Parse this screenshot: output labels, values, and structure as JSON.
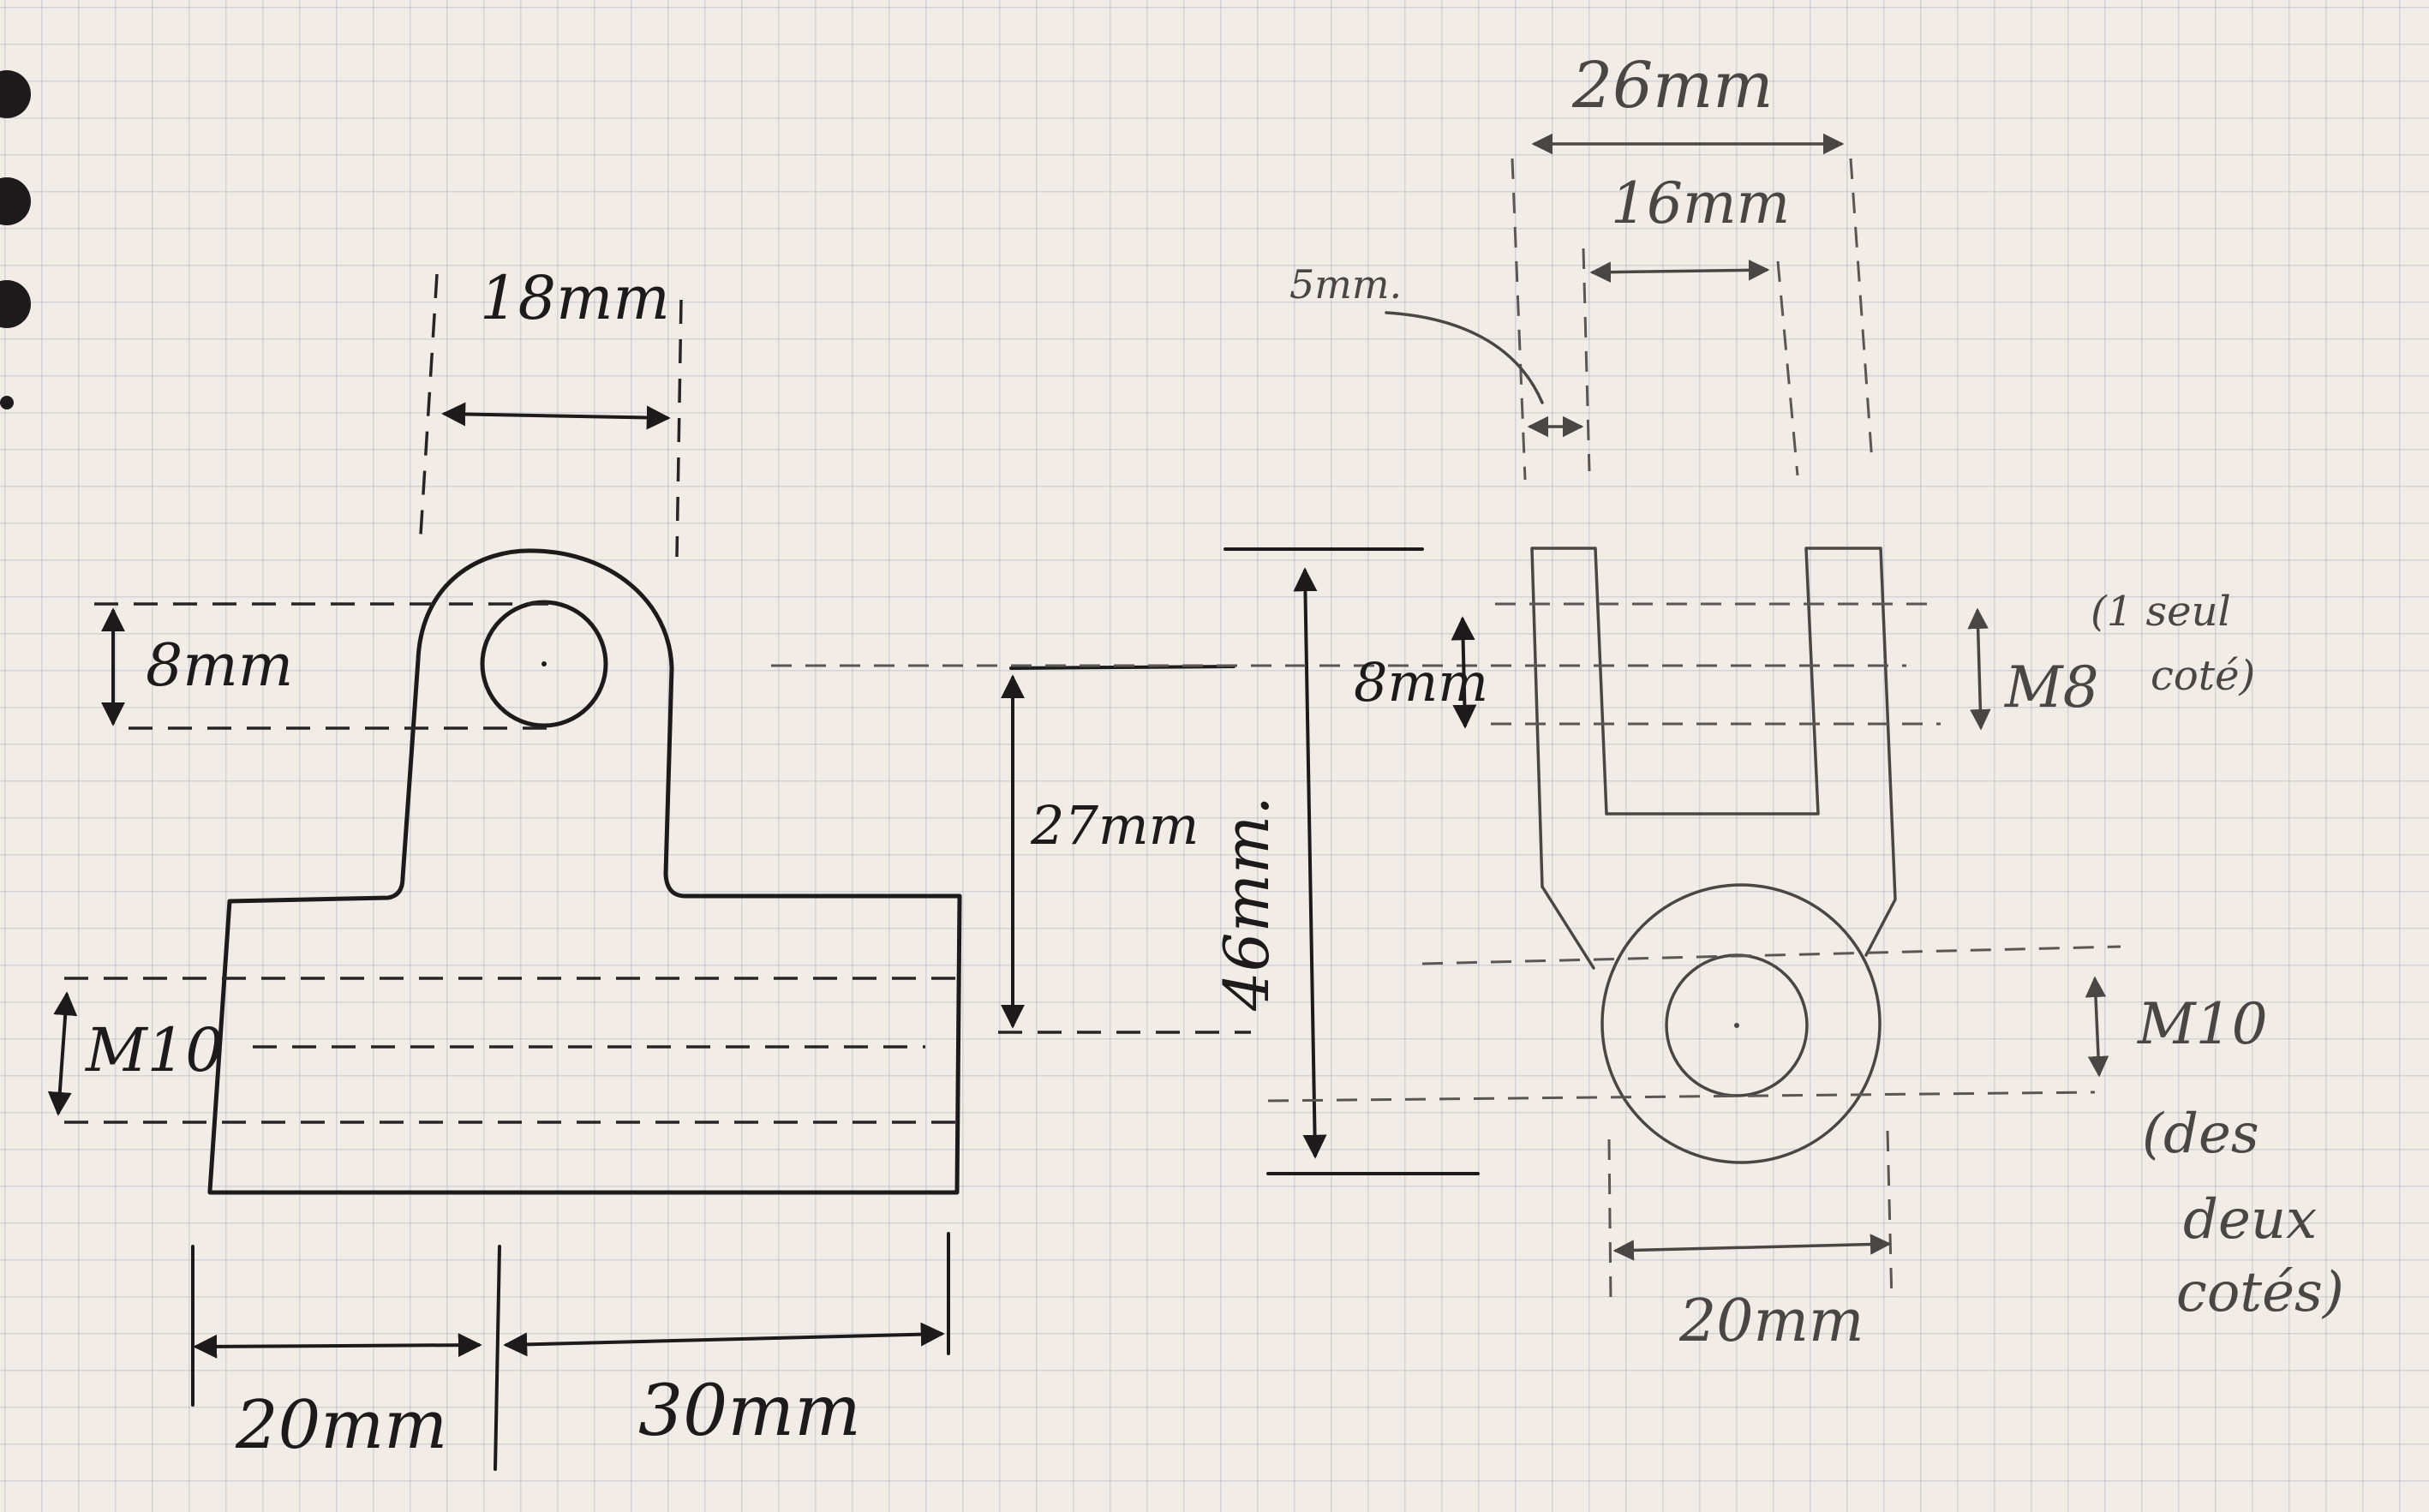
{
  "colors": {
    "paper": "#f1ece6",
    "grid": "#96a5be",
    "ink": "#1c1a1a",
    "pencil": "#4a4646"
  },
  "binding_holes": 4,
  "front_view": {
    "width_top_label": "18mm",
    "hole_label": "8mm",
    "thread_label": "M10",
    "left_width_label": "20mm",
    "right_width_label": "30mm"
  },
  "center": {
    "height_label": "27mm",
    "total_label": "46mm."
  },
  "side_view": {
    "outer_label": "26mm",
    "inner_label": "16mm",
    "slot_label": "5mm.",
    "hole_label": "8mm",
    "m8_label": "M8",
    "m8_note_line1": "(1 seul",
    "m8_note_line2": "coté)",
    "m10_label": "M10",
    "m10_note_line1": "(des",
    "m10_note_line2": "deux",
    "m10_note_line3": "cotés)",
    "bottom_label": "20mm"
  }
}
